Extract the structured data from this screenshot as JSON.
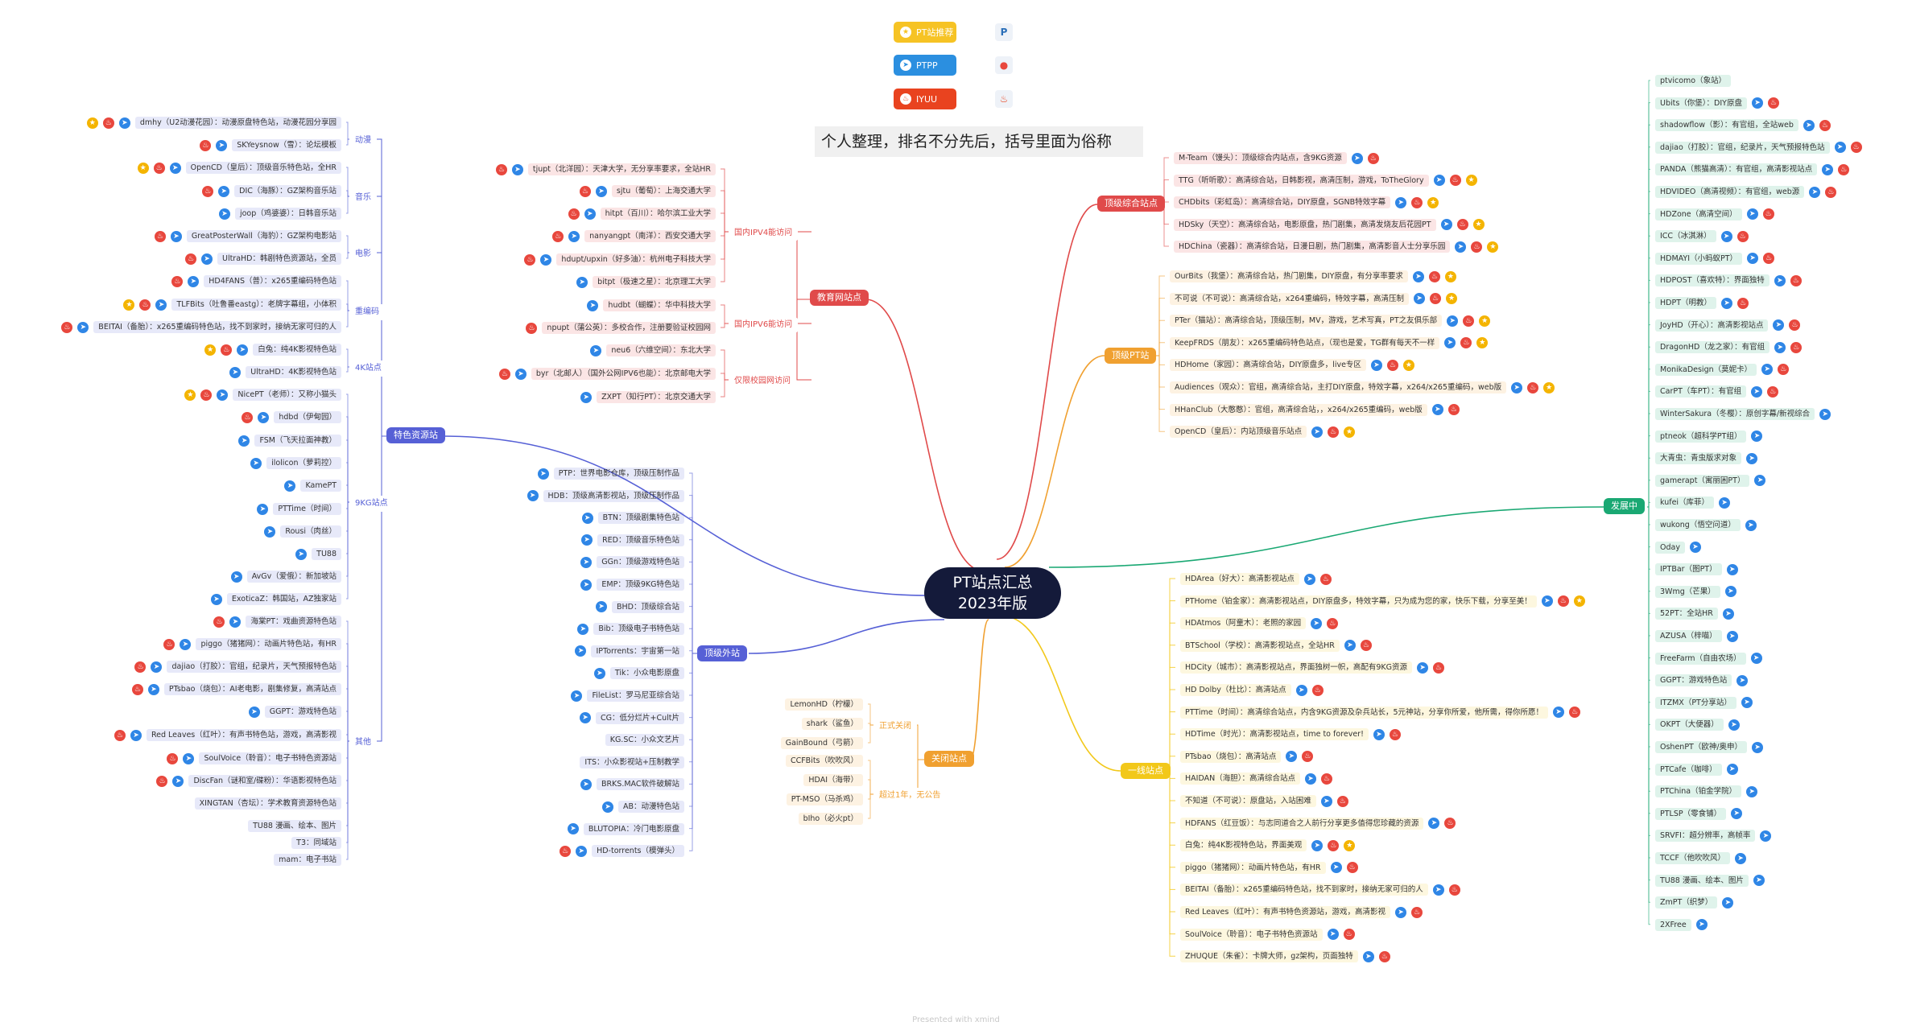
{
  "root": {
    "title": "PT站点汇总",
    "subtitle": "2023年版"
  },
  "note": "个人整理，排名不分先后，括号里面为俗称",
  "footer": "Presented with xmind",
  "legend": [
    {
      "label": "PT站推荐",
      "color": "#f6c324",
      "icon": "star",
      "sym": "P"
    },
    {
      "label": "PTPP",
      "color": "#2b8fe0",
      "icon": "tg",
      "sym": "●"
    },
    {
      "label": "IYUU",
      "color": "#e9431f",
      "icon": "red",
      "sym": "♨"
    }
  ],
  "colors": {
    "edu": "#e04a4a",
    "teshu": "#5660d6",
    "dingji": "#5660d6",
    "guanbi": "#f0a030",
    "zonghe": "#e04a4a",
    "dingpt": "#f0a030",
    "yixian": "#f2d020",
    "fazhan": "#1aa873"
  },
  "branches": {
    "edu": {
      "label": "教育网站点"
    },
    "teshu": {
      "label": "特色资源站"
    },
    "dingji": {
      "label": "顶级外站"
    },
    "guanbi": {
      "label": "关闭站点"
    },
    "zonghe": {
      "label": "顶级综合站点"
    },
    "dingpt": {
      "label": "顶级PT站"
    },
    "yixian": {
      "label": "一线站点"
    },
    "fazhan": {
      "label": "发展中"
    }
  },
  "edu_groups": [
    {
      "label": "国内IPV4能访问",
      "items": [
        {
          "t": "tjupt（北洋园）：天津大学，无分享率要求，全站HR",
          "i": [
            "red",
            "tg"
          ]
        },
        {
          "t": "sjtu（葡萄）：上海交通大学",
          "i": [
            "red",
            "tg"
          ]
        },
        {
          "t": "hitpt（百川）：哈尔滨工业大学",
          "i": [
            "red",
            "tg"
          ]
        },
        {
          "t": "nanyangpt（南洋）：西安交通大学",
          "i": [
            "red",
            "tg"
          ]
        },
        {
          "t": "hdupt/upxin（好多油）：杭州电子科技大学",
          "i": [
            "red",
            "tg"
          ]
        },
        {
          "t": "bitpt（极速之星）：北京理工大学",
          "i": [
            "tg"
          ]
        }
      ]
    },
    {
      "label": "国内IPV6能访问",
      "items": [
        {
          "t": "hudbt（蝴蝶）：华中科技大学",
          "i": [
            "tg"
          ]
        },
        {
          "t": "npupt（蒲公英）：多校合作，注册要验证校园网",
          "i": [
            "red"
          ]
        }
      ]
    },
    {
      "label": "仅限校园网访问",
      "items": [
        {
          "t": "neu6（六维空间）：东北大学",
          "i": [
            "tg"
          ]
        },
        {
          "t": "byr（北邮人）（国外公网IPV6也能）：北京邮电大学",
          "i": [
            "red",
            "tg"
          ]
        },
        {
          "t": "ZXPT（知行PT）：北京交通大学",
          "i": [
            "tg"
          ]
        }
      ]
    }
  ],
  "teshu_groups": [
    {
      "label": "动漫",
      "items": [
        {
          "t": "dmhy（U2动漫花园）：动漫原盘特色站，动漫花园分享园",
          "i": [
            "star",
            "red",
            "tg"
          ]
        },
        {
          "t": "SKYeysnow（雪）：论坛模板",
          "i": [
            "red",
            "tg"
          ]
        }
      ]
    },
    {
      "label": "音乐",
      "items": [
        {
          "t": "OpenCD（皇后）：顶级音乐特色站，全HR",
          "i": [
            "star",
            "red",
            "tg"
          ]
        },
        {
          "t": "DIC（海豚）：GZ架构音乐站",
          "i": [
            "red",
            "tg"
          ]
        },
        {
          "t": "joop（鸡婆婆）：日韩音乐站",
          "i": [
            "tg"
          ]
        }
      ]
    },
    {
      "label": "电影",
      "items": [
        {
          "t": "GreatPosterWall（海豹）：GZ架构电影站",
          "i": [
            "red",
            "tg"
          ]
        },
        {
          "t": "UltraHD：韩剧特色资源站，全员",
          "i": [
            "red",
            "tg"
          ]
        }
      ]
    },
    {
      "label": "重编码",
      "items": [
        {
          "t": "HD4FANS（普）：x265重编码特色站",
          "i": [
            "red",
            "tg"
          ]
        },
        {
          "t": "TLFBits（吐鲁番eastg）：老牌字幕组，小体积",
          "i": [
            "star",
            "red",
            "tg"
          ]
        },
        {
          "t": "BEITAI（备胎）：x265重编码特色站，找不到家时，接纳无家可归的人",
          "i": [
            "red",
            "tg"
          ]
        }
      ]
    },
    {
      "label": "4K站点",
      "items": [
        {
          "t": "白兔：纯4K影视特色站",
          "i": [
            "star",
            "red",
            "tg"
          ]
        },
        {
          "t": "UltraHD：4K影视特色站",
          "i": [
            "tg"
          ]
        }
      ]
    },
    {
      "label": "9KG站点",
      "items": [
        {
          "t": "NicePT（老师）：又称小猫头",
          "i": [
            "star",
            "red",
            "tg"
          ]
        },
        {
          "t": "hdbd（伊甸园）",
          "i": [
            "red",
            "tg"
          ]
        },
        {
          "t": "FSM（飞天拉面神教）",
          "i": [
            "tg"
          ]
        },
        {
          "t": "ilolicon（萝莉控）",
          "i": [
            "tg"
          ]
        },
        {
          "t": "KamePT",
          "i": [
            "tg"
          ]
        },
        {
          "t": "PTTime（时间）",
          "i": [
            "tg"
          ]
        },
        {
          "t": "Rousi（肉丝）",
          "i": [
            "tg"
          ]
        },
        {
          "t": "TU88",
          "i": [
            "tg"
          ]
        },
        {
          "t": "AvGv（爱俄）：新加坡站",
          "i": [
            "tg"
          ]
        },
        {
          "t": "ExoticaZ：韩国站，AZ独家站",
          "i": [
            "tg"
          ]
        }
      ]
    },
    {
      "label": "其他",
      "items": [
        {
          "t": "海棠PT：戏曲资源特色站",
          "i": [
            "red",
            "tg"
          ]
        },
        {
          "t": "piggo（猪猪网）：动画片特色站，有HR",
          "i": [
            "red",
            "tg"
          ]
        },
        {
          "t": "dajiao（打胶）：官组，纪录片，天气预报特色站",
          "i": [
            "red",
            "tg"
          ]
        },
        {
          "t": "PTsbao（烧包）：AI老电影，剧集修复，高清站点",
          "i": [
            "red",
            "tg"
          ]
        },
        {
          "t": "GGPT：游戏特色站",
          "i": [
            "tg"
          ]
        },
        {
          "t": "Red Leaves（红叶）：有声书特色站，游戏，高清影视",
          "i": [
            "red",
            "tg"
          ]
        },
        {
          "t": "SoulVoice（聆音）：电子书特色资源站",
          "i": [
            "red",
            "tg"
          ]
        },
        {
          "t": "DiscFan（谜和室/碟粉）：华语影视特色站",
          "i": [
            "red",
            "tg"
          ]
        },
        {
          "t": "XINGTAN（杏坛）：学术教育资源特色站",
          "i": []
        },
        {
          "t": "TU88 漫画、绘本、图片",
          "i": []
        },
        {
          "t": "T3：同域站",
          "i": []
        },
        {
          "t": "mam：电子书站",
          "i": []
        }
      ]
    }
  ],
  "dingji_items": [
    {
      "t": "PTP：世界电影仓库，顶级压制作品",
      "i": [
        "tg"
      ]
    },
    {
      "t": "HDB：顶级高清影视站，顶级压制作品",
      "i": [
        "tg"
      ]
    },
    {
      "t": "BTN：顶级剧集特色站",
      "i": [
        "tg"
      ]
    },
    {
      "t": "RED：顶级音乐特色站",
      "i": [
        "tg"
      ]
    },
    {
      "t": "GGn：顶级游戏特色站",
      "i": [
        "tg"
      ]
    },
    {
      "t": "EMP：顶级9KG特色站",
      "i": [
        "tg"
      ]
    },
    {
      "t": "BHD：顶级综合站",
      "i": [
        "tg"
      ]
    },
    {
      "t": "Bib：顶级电子书特色站",
      "i": [
        "tg"
      ]
    },
    {
      "t": "IPTorrents：宇宙第一站",
      "i": [
        "tg"
      ]
    },
    {
      "t": "Tik：小众电影原盘",
      "i": [
        "tg"
      ]
    },
    {
      "t": "FileList：罗马尼亚综合站",
      "i": [
        "tg"
      ]
    },
    {
      "t": "CG：低分烂片+Cult片",
      "i": [
        "tg"
      ]
    },
    {
      "t": "KG.SC：小众文艺片",
      "i": []
    },
    {
      "t": "ITS：小众影视站+压制教学",
      "i": []
    },
    {
      "t": "BRKS.MAC软件破解站",
      "i": [
        "tg"
      ]
    },
    {
      "t": "AB：动漫特色站",
      "i": [
        "tg"
      ]
    },
    {
      "t": "BLUTOPIA：冷门电影原盘",
      "i": [
        "tg"
      ]
    },
    {
      "t": "HD-torrents（模弹头）",
      "i": [
        "red",
        "tg"
      ]
    }
  ],
  "guanbi_groups": [
    {
      "label": "正式关闭",
      "items": [
        "LemonHD（柠檬）",
        "shark（鲨鱼）",
        "GainBound（弓箭）"
      ]
    },
    {
      "label": "超过1年，无公告",
      "items": [
        "CCFBits（吹吹风）",
        "HDAI（海带）",
        "PT-MSO（马杀鸡）",
        "bIho（必火pt）"
      ]
    }
  ],
  "zonghe_items": [
    {
      "t": "M-Team（馒头）：顶级综合内站点，含9KG资源",
      "i": [
        "tg",
        "red"
      ]
    },
    {
      "t": "TTG（听听歌）：高清综合站，日韩影视，高清压制，游戏，ToTheGlory",
      "i": [
        "tg",
        "red",
        "star"
      ]
    },
    {
      "t": "CHDbits（彩虹岛）：高清综合站，DIY原盘，SGNB特效字幕",
      "i": [
        "tg",
        "red",
        "star"
      ]
    },
    {
      "t": "HDSky（天空）：高清综合站，电影原盘，热门剧集，高清发烧友后花园PT",
      "i": [
        "tg",
        "red",
        "star"
      ]
    },
    {
      "t": "HDChina（瓷器）：高清综合站，日漫日剧，热门剧集，高清影音人士分享乐园",
      "i": [
        "tg",
        "red",
        "star"
      ]
    }
  ],
  "dingpt_items": [
    {
      "t": "OurBits（我堡）：高清综合站，热门剧集，DIY原盘，有分享率要求",
      "i": [
        "tg",
        "red",
        "star"
      ]
    },
    {
      "t": "不可说（不可说）：高清综合站，x264重编码，特效字幕，高清压制",
      "i": [
        "tg",
        "red",
        "star"
      ]
    },
    {
      "t": "PTer（猫站）：高清综合站，顶级压制，MV，游戏，艺术写真，PT之友俱乐部",
      "i": [
        "tg",
        "red",
        "star"
      ]
    },
    {
      "t": "KeepFRDS（朋友）：x265重编码特色站点，（现也是爱，TG群有每天不一样",
      "i": [
        "tg",
        "red",
        "star"
      ]
    },
    {
      "t": "HDHome（家园）：高清综合站，DIY原盘多，live专区",
      "i": [
        "tg",
        "red",
        "star"
      ]
    },
    {
      "t": "Audiences（观众）：官组，高清综合站，主打DIY原盘，特效字幕，x264/x265重编码，web版",
      "i": [
        "tg",
        "red",
        "star"
      ]
    },
    {
      "t": "HHanClub（大憨憨）：官组，高清综合站，，x264/x265重编码，web版",
      "i": [
        "tg",
        "red"
      ]
    },
    {
      "t": "OpenCD（皇后）：内站顶级音乐站点",
      "i": [
        "tg",
        "red",
        "star"
      ]
    }
  ],
  "yixian_items": [
    {
      "t": "HDArea（好大）：高清影视站点",
      "i": [
        "tg",
        "red"
      ]
    },
    {
      "t": "PTHome（铂金家）：高清影视站点，DIY原盘多，特效字幕，只为成为您的家，快乐下载，分享至美！",
      "i": [
        "tg",
        "red",
        "star"
      ]
    },
    {
      "t": "HDAtmos（阿童木）：老照的家园",
      "i": [
        "tg",
        "red"
      ]
    },
    {
      "t": "BTSchool（学校）：高清影视站点，全站HR",
      "i": [
        "tg",
        "red"
      ]
    },
    {
      "t": "HDCity（城市）：高清影视站点，界面独树一帜，高配有9KG资源",
      "i": [
        "tg",
        "red"
      ]
    },
    {
      "t": "HD Dolby（杜比）：高清站点",
      "i": [
        "tg",
        "red"
      ]
    },
    {
      "t": "PTTime（时间）：高清综合站点，内含9KG资源及杂兵站长，5元神站，分享你所爱，他所需，得你所愿！",
      "i": [
        "tg",
        "red"
      ]
    },
    {
      "t": "HDTime（时光）：高清影视站点，time to forever!",
      "i": [
        "tg",
        "red"
      ]
    },
    {
      "t": "PTsbao（烧包）：高清站点",
      "i": [
        "tg",
        "red"
      ]
    },
    {
      "t": "HAIDAN（海胆）：高清综合站点",
      "i": [
        "tg",
        "red"
      ]
    },
    {
      "t": "不知道（不可说）：原盘站，入站困难",
      "i": [
        "tg",
        "red"
      ]
    },
    {
      "t": "HDFANS（红豆饭）：与志同道合之人前行分享更多值得您珍藏的资源",
      "i": [
        "tg",
        "red"
      ]
    },
    {
      "t": "白兔：纯4K影视特色站，界面美观",
      "i": [
        "tg",
        "red",
        "star"
      ]
    },
    {
      "t": "piggo（猪猪网）：动画片特色站，有HR",
      "i": [
        "tg",
        "red"
      ]
    },
    {
      "t": "BEITAI（备胎）：x265重编码特色站，找不到家时，接纳无家可归的人",
      "i": [
        "tg",
        "red"
      ]
    },
    {
      "t": "Red Leaves（红叶）：有声书特色资源站，游戏，高清影视",
      "i": [
        "tg",
        "red"
      ]
    },
    {
      "t": "SoulVoice（聆音）：电子书特色资源站",
      "i": [
        "tg",
        "red"
      ]
    },
    {
      "t": "ZHUQUE（朱雀）：卡牌大师，gz架构，页面独特",
      "i": [
        "tg",
        "red"
      ]
    }
  ],
  "fazhan_items": [
    {
      "t": "ptvicomo（象站）",
      "i": []
    },
    {
      "t": "Ubits（你堡）：DIY原盘",
      "i": [
        "tg",
        "red"
      ]
    },
    {
      "t": "shadowflow（影）：有官组，全站web",
      "i": [
        "tg",
        "red"
      ]
    },
    {
      "t": "dajiao（打胶）：官组，纪录片，天气预报特色站",
      "i": [
        "tg",
        "red"
      ]
    },
    {
      "t": "PANDA（熊猫高清）：有官组，高清影视站点",
      "i": [
        "tg",
        "red"
      ]
    },
    {
      "t": "HDVIDEO（高清视频）：有官组，web源",
      "i": [
        "tg",
        "red"
      ]
    },
    {
      "t": "HDZone（高清空间）",
      "i": [
        "tg",
        "red"
      ]
    },
    {
      "t": "ICC（冰淇淋）",
      "i": [
        "tg",
        "red"
      ]
    },
    {
      "t": "HDMAYI（小蚂蚁PT）",
      "i": [
        "tg",
        "red"
      ]
    },
    {
      "t": "HDPOST（喜欢特）：界面独特",
      "i": [
        "tg",
        "red"
      ]
    },
    {
      "t": "HDPT（明教）",
      "i": [
        "tg",
        "red"
      ]
    },
    {
      "t": "JoyHD（开心）：高清影视站点",
      "i": [
        "tg",
        "red"
      ]
    },
    {
      "t": "DragonHD（龙之家）：有官组",
      "i": [
        "tg",
        "red"
      ]
    },
    {
      "t": "MonikaDesign（莫妮卡）",
      "i": [
        "tg",
        "red"
      ]
    },
    {
      "t": "CarPT（车PT）：有官组",
      "i": [
        "tg",
        "red"
      ]
    },
    {
      "t": "WinterSakura（冬樱）：原创字幕/新视综合",
      "i": [
        "tg"
      ]
    },
    {
      "t": "ptneok（超科学PT组）",
      "i": [
        "tg"
      ]
    },
    {
      "t": "大青虫：青虫版求对象",
      "i": [
        "tg"
      ]
    },
    {
      "t": "gamerapt（寓丽困PT）",
      "i": [
        "tg"
      ]
    },
    {
      "t": "kufei（库菲）",
      "i": [
        "tg"
      ]
    },
    {
      "t": "wukong（悟空问道）",
      "i": [
        "tg"
      ]
    },
    {
      "t": "Oday",
      "i": [
        "tg"
      ]
    },
    {
      "t": "IPTBar（图PT）",
      "i": [
        "tg"
      ]
    },
    {
      "t": "3Wmg（芒果）",
      "i": [
        "tg"
      ]
    },
    {
      "t": "52PT：全站HR",
      "i": [
        "tg"
      ]
    },
    {
      "t": "AZUSA（梓喵）",
      "i": [
        "tg"
      ]
    },
    {
      "t": "FreeFarm（自由农场）",
      "i": [
        "tg"
      ]
    },
    {
      "t": "GGPT：游戏特色站",
      "i": [
        "tg"
      ]
    },
    {
      "t": "ITZMX（PT分享站）",
      "i": [
        "tg"
      ]
    },
    {
      "t": "OKPT（大便器）",
      "i": [
        "tg"
      ]
    },
    {
      "t": "OshenPT（欧神/奥申）",
      "i": [
        "tg"
      ]
    },
    {
      "t": "PTCafe（咖啡）",
      "i": [
        "tg"
      ]
    },
    {
      "t": "PTChina（铂金学院）",
      "i": [
        "tg"
      ]
    },
    {
      "t": "PTLSP（零食铺）",
      "i": [
        "tg"
      ]
    },
    {
      "t": "SRVFI：超分辨率，高帧率",
      "i": [
        "tg"
      ]
    },
    {
      "t": "TCCF（他吹吹风）",
      "i": [
        "tg"
      ]
    },
    {
      "t": "TU88 漫画、绘本、图片",
      "i": [
        "tg"
      ]
    },
    {
      "t": "ZmPT（织梦）",
      "i": [
        "tg"
      ]
    },
    {
      "t": "2XFree",
      "i": [
        "tg"
      ]
    }
  ]
}
